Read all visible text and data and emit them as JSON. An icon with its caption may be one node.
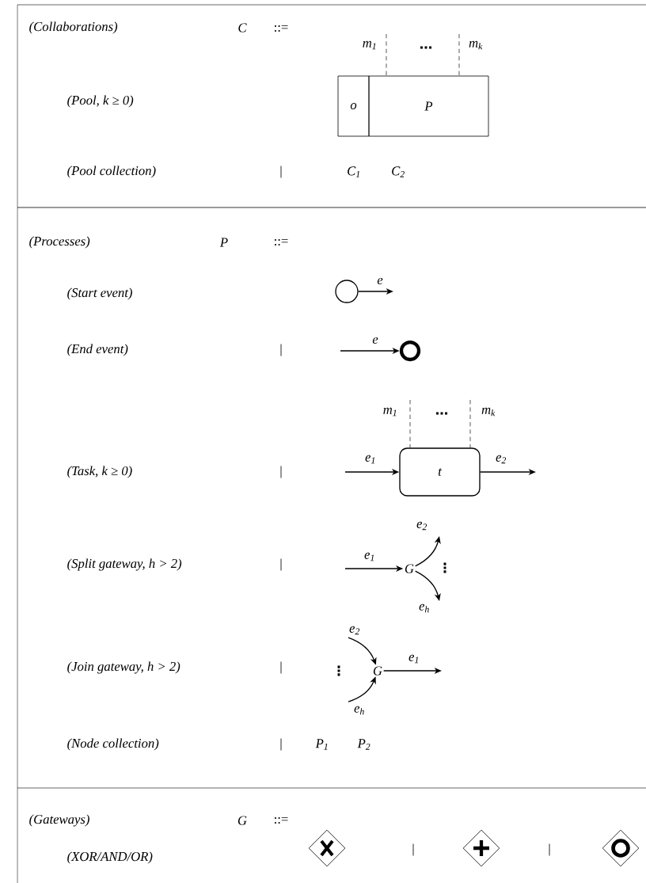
{
  "diagram": {
    "nodes": [
      {
        "text": [
          "o"
        ]
      },
      {
        "text": [
          "P"
        ]
      },
      {
        "text": [],
        "shape": "circle"
      },
      {
        "text": [],
        "shape": "circle"
      },
      {
        "text": [
          "t"
        ]
      },
      {
        "text": [
          "G"
        ]
      },
      {
        "text": [
          "G"
        ]
      },
      {
        "text": [],
        "shape": "diamond"
      },
      {
        "text": [],
        "shape": "diamond"
      },
      {
        "text": [],
        "shape": "diamond"
      }
    ],
    "edges": [
      {
        "from": null,
        "to": 1,
        "arrow": "none",
        "style": "dashed",
        "label": "m$_{1}$"
      },
      {
        "from": null,
        "to": 1,
        "arrow": "none",
        "style": "dashed",
        "label": "m$_{k}$"
      },
      {
        "from": 2,
        "to": null,
        "arrow": "to",
        "label": "e"
      },
      {
        "from": null,
        "to": 3,
        "arrow": "to",
        "label": "e"
      },
      {
        "from": null,
        "to": 4,
        "arrow": "none",
        "style": "dashed",
        "label": "m$_{1}$"
      },
      {
        "from": null,
        "to": 4,
        "arrow": "none",
        "style": "dashed",
        "label": "m$_{k}$"
      },
      {
        "from": null,
        "to": 4,
        "arrow": "to",
        "label": "e$_{1}$"
      },
      {
        "from": 4,
        "to": null,
        "arrow": "to",
        "label": "e$_{2}$"
      },
      {
        "from": null,
        "to": 5,
        "arrow": "to",
        "label": "e$_{1}$"
      },
      {
        "from": 5,
        "to": null,
        "arrow": "to",
        "label": "e$_{2}$"
      },
      {
        "from": 5,
        "to": null,
        "arrow": "to",
        "label": "e$_{h}$"
      },
      {
        "from": null,
        "to": 6,
        "arrow": "to",
        "label": "e$_{2}$"
      },
      {
        "from": null,
        "to": 6,
        "arrow": "to",
        "label": "e$_{h}$"
      },
      {
        "from": 6,
        "to": null,
        "arrow": "to",
        "label": "e$_{1}$"
      }
    ],
    "labels": [
      "(Collaborations)",
      "C",
      "::=",
      "…",
      "(Pool, k ≥ 0)",
      "(Pool collection)",
      "|",
      "C$_{1}$",
      "C$_{2}$",
      "(Processes)",
      "P",
      "::=",
      "(Start event)",
      "(End event)",
      "|",
      "…",
      "(Task, k ≥ 0)",
      "|",
      "(Split gateway, h > 2)",
      "|",
      "⋮",
      "(Join gateway, h > 2)",
      "|",
      "⋮",
      "(Node collection)",
      "|",
      "P$_{1}$",
      "P$_{2}$",
      "(Gateways)",
      "G",
      "::=",
      "(XOR/AND/OR)",
      "|",
      "|"
    ]
  }
}
